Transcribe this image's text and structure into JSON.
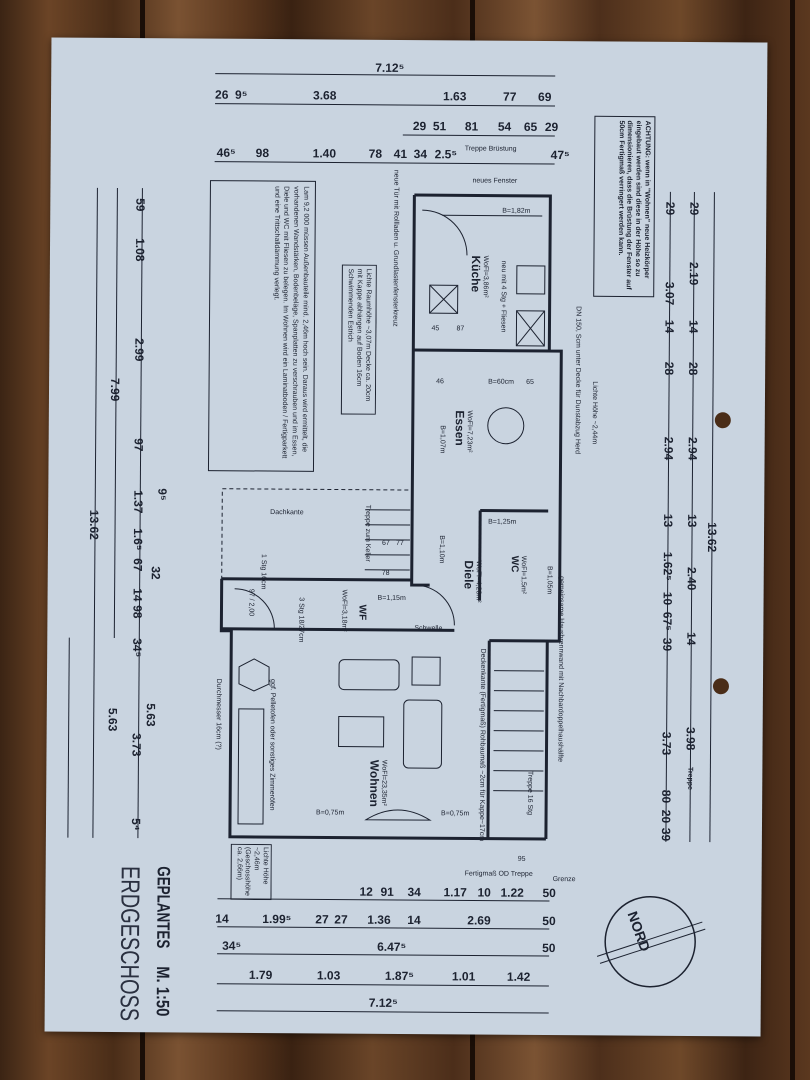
{
  "title": {
    "line1": "GEPLANTES",
    "line2": "ERDGESCHOSS",
    "scale": "M. 1:50"
  },
  "north": "NORD",
  "top_dims": {
    "overall": "7.12⁵",
    "row2": [
      "26",
      "9⁵",
      "3.68",
      "1.63",
      "77",
      "69"
    ],
    "row3": [
      "29",
      "51",
      "81",
      "54",
      "65",
      "29"
    ],
    "row4": [
      "46⁵",
      "98",
      "1.40",
      "78",
      "41",
      "34",
      "2.5⁵",
      "47⁵"
    ],
    "row4_note": "Treppe  Brüstung"
  },
  "bottom_dims": {
    "row1": [
      "12",
      "91",
      "34",
      "1.17",
      "10",
      "1.22",
      "50"
    ],
    "row2": [
      "14",
      "1.99⁵",
      "27",
      "27",
      "1.36",
      "14",
      "2.69",
      "50"
    ],
    "row3": [
      "34⁵",
      "6.47⁵",
      "50"
    ],
    "row4": [
      "1.79",
      "1.03",
      "1.87⁵",
      "1.01",
      "1.42"
    ],
    "overall": "7.12⁵"
  },
  "left_dims": {
    "inner": [
      "59",
      "1.08",
      "2.99",
      "97",
      "1.37",
      "1.6⁵",
      "67",
      "32",
      "14",
      "98",
      "34⁵",
      "3.73",
      "5⁴"
    ],
    "mid": [
      "7.99",
      "5.63"
    ],
    "outer": "13.62",
    "outer2": "5.63",
    "extra": "9⁵"
  },
  "right_dims": {
    "inner": [
      "29",
      "3.07",
      "14",
      "28",
      "2.94",
      "13",
      "1.62⁵",
      "10",
      "67⁵",
      "39",
      "3.73",
      "80",
      "20",
      "39"
    ],
    "mid": [
      "29",
      "2.19",
      "14",
      "28",
      "2.94",
      "13",
      "2.40",
      "14",
      "3.98"
    ],
    "mid_note": "Treppe",
    "outer": "13.62"
  },
  "rooms": [
    {
      "name": "Küche",
      "area": "WoFl=3,86m²"
    },
    {
      "name": "Essen",
      "area": "WoFl=7,23m²"
    },
    {
      "name": "Diele",
      "area": "WoFl=4,28m²"
    },
    {
      "name": "WC",
      "area": "WoFl=1,5m²"
    },
    {
      "name": "Wohnen",
      "area": "WoFl=23,35m²"
    },
    {
      "name": "WF",
      "area": "WoFl=3,18m²"
    }
  ],
  "labels": {
    "b182": "B=1,82m",
    "b60": "B=60cm",
    "b107": "B=1,07m",
    "b110": "B=1,10m",
    "b125": "B=1,25m",
    "b105": "B=1,05m",
    "b075a": "B=0,75m",
    "b075b": "B=0,75m",
    "b115": "B=1,15m",
    "stg3": "3 Stg 18/27cm",
    "stg1": "1 Stg 16cm",
    "door97": "97 / 2,00",
    "dachkante": "Dachkante",
    "keller": "Treppe zum Keller",
    "schwelle": "Schwelle",
    "treppe": "Treppe 16 Stg",
    "neues_fenster": "neues Fenster",
    "kuehl": "neu mit 4 Stg + Fliesen",
    "k67": "67",
    "k77": "77",
    "k78": "78",
    "k45": "45",
    "k87": "87",
    "k46": "46",
    "k65": "65",
    "durchmesser": "Durchmesser 16cm (?)",
    "grenze": "Grenze",
    "fertig": "Fertigmaß OD Treppe",
    "k95": "95"
  },
  "notes": {
    "achtung": "ACHTUNG: wenn in \"Wohnen\" neue Heizkörper eingebaut werden sind diese in der Höhe so zu dimensionieren, dass die Brüstung der Fenster auf 50cm Fertigmaß verringert werden kann.",
    "lichte_hoehe_left": "Lichte Höhe ~2,46m (Geschosshöhe ca. 2,66m)",
    "lichte_hoehe_right": "Lichte Höhe ~2,44m",
    "raumhoehe": "Lichte Raumhöhe ~3,07m Decke ca. 20cm mit Kappe abhängen auf Boden 16cm Schwimmenden Estrich",
    "neue_tuer": "neue Tür mit Rollladen u. Grundlastenfensterkreuz",
    "text_block": "Lam 9,2 000 müssen Außenbauteile mind. 2,46m hoch sein. Daraus wird ermittelt, die vorhandenen Wandstärken, Bodenbeläge, Spanplatten zu verschrauben und im Essen, Diele und WC mit Fliesen zu belegen. Im Wohnen wird ein Laminatboden / Fertigparkett und eine Trittschalldämmung verlegt.",
    "gemeinsame": "gemeinsame Hausbrennwand mit Nachbardoppelhaushälfte",
    "pelletofen": "ggf. Pelletofen oder sonstiges Zimmeröfen",
    "deckenkante": "Deckenkante (Fertigmaß) Rohbaumaß ~2cm für Kappe~17cm",
    "dn150": "DN 150, Scm unter Decke für Dunstabzug Herd"
  }
}
